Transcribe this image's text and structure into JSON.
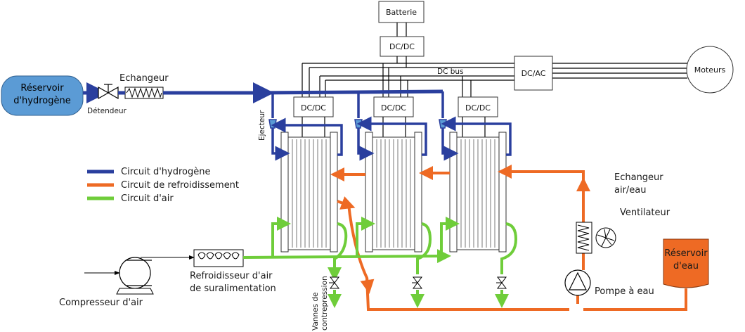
{
  "title": "Fuel cell system architecture",
  "components": {
    "hydrogen_tank": {
      "label_line1": "Réservoir",
      "label_line2": "d'hydrogène",
      "color": "#5b9bd5"
    },
    "expander_label": "Détendeur",
    "exchanger_label": "Echangeur",
    "battery_label": "Batterie",
    "dcdc_battery_label": "DC/DC",
    "dc_bus_label": "DC bus",
    "dcac_label": "DC/AC",
    "motors_label": "Moteurs",
    "stack_dcdc_labels": [
      "DC/DC",
      "DC/DC",
      "DC/DC"
    ],
    "ejector_label": "Ejecteur",
    "air_water_exchanger": {
      "line1": "Echangeur",
      "line2": "air/eau"
    },
    "fan_label": "Ventilateur",
    "water_tank": {
      "line1": "Réservoir",
      "line2": "d'eau",
      "color": "#ee6a24"
    },
    "water_pump_label": "Pompe à eau",
    "air_compressor_label": "Compresseur d'air",
    "charge_air_cooler": {
      "line1": "Refroidisseur d'air",
      "line2": "de suralimentation"
    },
    "backpressure_valves": {
      "line1": "Vannes de",
      "line2": "contrepression"
    }
  },
  "legend": [
    {
      "label": "Circuit d'hydrogène",
      "color": "#2a3f9e"
    },
    {
      "label": "Circuit de refroidissement",
      "color": "#ee6a24"
    },
    {
      "label": "Circuit d'air",
      "color": "#6fcd3a"
    }
  ]
}
